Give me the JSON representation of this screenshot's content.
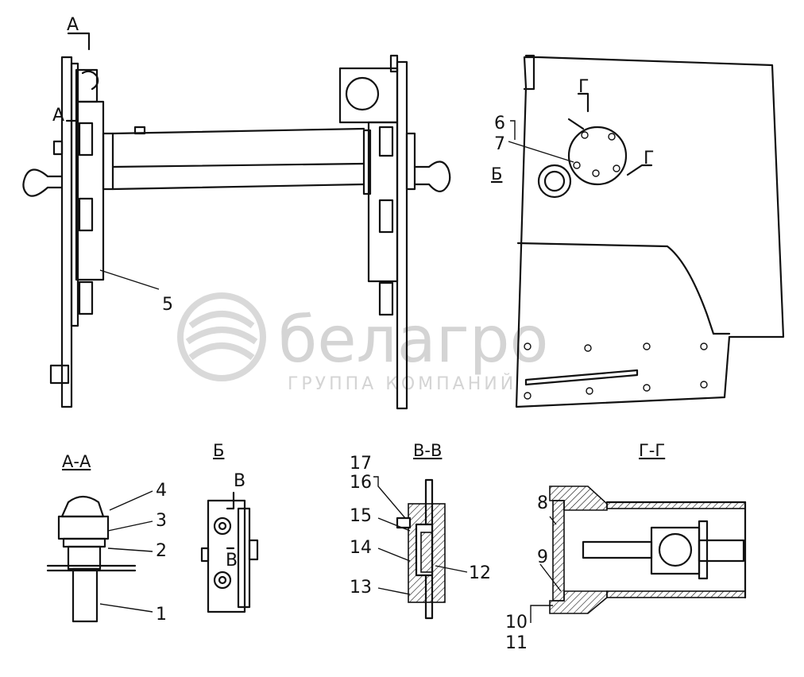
{
  "watermark": {
    "brand": "белагро",
    "tagline": "ГРУППА КОМПАНИЙ"
  },
  "views": {
    "main_cut_letter": "А",
    "main_cut_letter_2": "А",
    "section_aa_title": "А-А",
    "view_b_title": "Б",
    "view_b_label_on_plate": "Б",
    "section_vv_title": "В-В",
    "section_gg_title": "Г-Г",
    "cut_v_top": "В",
    "cut_v_bottom": "В",
    "cut_g_top": "Г",
    "cut_g_right": "Г"
  },
  "callouts": [
    "1",
    "2",
    "3",
    "4",
    "5",
    "6",
    "7",
    "8",
    "9",
    "10",
    "11",
    "12",
    "13",
    "14",
    "15",
    "16",
    "17"
  ]
}
